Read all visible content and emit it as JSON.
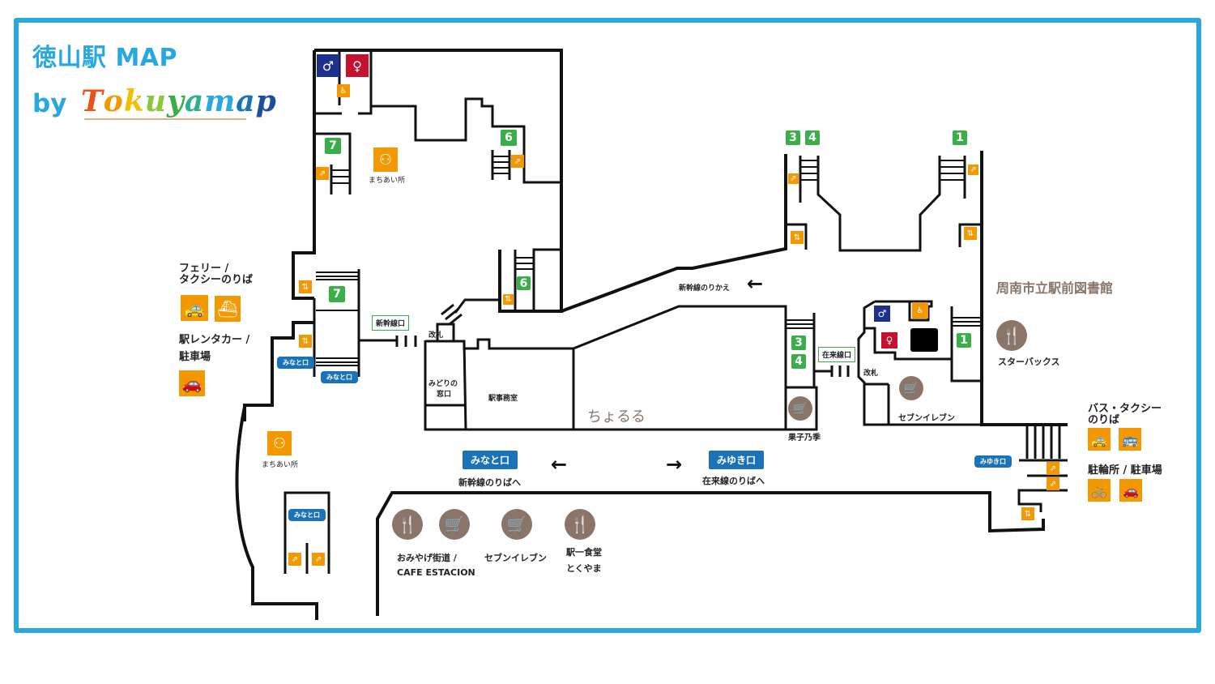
{
  "header": {
    "title": "徳山駅 MAP",
    "by": "by",
    "logo_letters": [
      "T",
      "o",
      "k",
      "u",
      "y",
      "a",
      "m",
      "a",
      "p"
    ],
    "logo_colors": [
      "#e8541a",
      "#f39800",
      "#f0c000",
      "#8cc63f",
      "#3aae49",
      "#2db08c",
      "#29a8e0",
      "#1a73b8",
      "#1d4fa0"
    ]
  },
  "colors": {
    "frame": "#29a8e0",
    "facility": "#f39800",
    "platform": "#3aae49",
    "exit": "#1a73b8",
    "shop": "#8a7568",
    "wc_male": "#1d2f8f",
    "wc_female": "#c8102e"
  },
  "left_legend": {
    "ferry_taxi": {
      "line1": "フェリー /",
      "line2": "タクシーのりば",
      "icons": [
        "taxi-icon",
        "ferry-icon"
      ]
    },
    "rental_parking": {
      "line1": "駅レンタカー /",
      "line2": "駐車場",
      "icons": [
        "car-icon"
      ]
    }
  },
  "right_legend": {
    "bus_taxi": {
      "line1": "バス・タクシー",
      "line2": "のりば",
      "icons": [
        "taxi-icon",
        "bus-icon"
      ]
    },
    "bike_parking": {
      "label": "駐輪所 / 駐車場",
      "icons": [
        "bicycle-icon",
        "car-icon"
      ]
    }
  },
  "platforms": {
    "p7_top": "7",
    "p6_top": "6",
    "p7_mid": "7",
    "p6_mid": "6",
    "p3_top": "3",
    "p4_top": "4",
    "p1_top": "1",
    "p3_mid": "3",
    "p4_mid": "4",
    "p1_mid": "1"
  },
  "places": {
    "meeting_top": "まちあい所",
    "meeting_bottom": "まちあい所",
    "shinkansen_gate": "新幹線口",
    "zairai_gate": "在来線口",
    "ticket_gate_left": "改札",
    "ticket_gate_right": "改札",
    "midori_line1": "みどりの",
    "midori_line2": "窓口",
    "station_office": "駅事務室",
    "choruru": "ちょるる",
    "shinkansen_transfer": "新幹線のりかえ",
    "kashino": "果子乃季",
    "seven_upper": "セブンイレブン",
    "library": "周南市立駅前図書館",
    "starbucks": "スターバックス"
  },
  "exits": {
    "minato_1": "みなと口",
    "minato_2": "みなと口",
    "minato_3": "みなと口",
    "miyuki_small": "みゆき口",
    "minato_main": "みなと口",
    "minato_main_sub": "新幹線のりばへ",
    "miyuki_main": "みゆき口",
    "miyuki_main_sub": "在来線のりばへ"
  },
  "arrows": {
    "left": "←",
    "right": "→",
    "transfer": "←"
  },
  "shops_bottom": [
    {
      "icon": "restaurant-icon",
      "label1": "おみやげ街道 /",
      "label2": "CAFE ESTACION"
    },
    {
      "icon": "shopping-cart-icon"
    },
    {
      "icon": "shopping-cart-icon",
      "label1": "セブンイレブン"
    },
    {
      "icon": "restaurant-icon",
      "label1": "駅一食堂",
      "label2": "とくやま"
    }
  ],
  "glyphs": {
    "wc_male": "♂",
    "wc_female": "♀",
    "wheelchair": "♿",
    "escalator": "⇗",
    "elevator": "⇅",
    "meeting": "⚇",
    "taxi": "🚕",
    "ferry": "⛴",
    "car": "🚗",
    "bus": "🚌",
    "bicycle": "🚲",
    "restaurant": "🍴",
    "cart": "🛒"
  }
}
